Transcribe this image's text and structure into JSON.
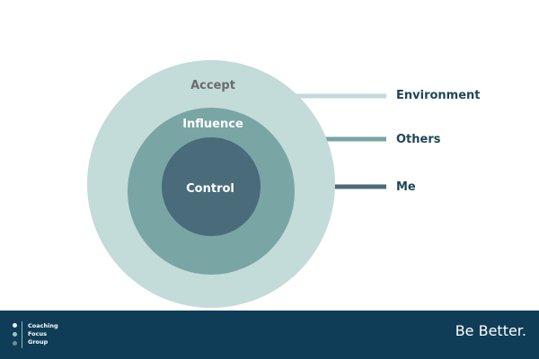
{
  "diagram": {
    "rings": [
      {
        "id": "accept",
        "label": "Accept",
        "fill": "#c3dbd9",
        "text_color": "#6b6b6b"
      },
      {
        "id": "influence",
        "label": "Influence",
        "fill": "#79a5a4",
        "text_color": "#ffffff"
      },
      {
        "id": "control",
        "label": "Control",
        "fill": "#4a6b7a",
        "text_color": "#ffffff"
      }
    ],
    "side_labels": [
      {
        "id": "environment",
        "label": "Environment",
        "line_color": "#c3dbd9"
      },
      {
        "id": "others",
        "label": "Others",
        "line_color": "#79a5a4"
      },
      {
        "id": "me",
        "label": "Me",
        "line_color": "#4a6b7a"
      }
    ]
  },
  "footer": {
    "background": "#0f3d57",
    "logo_lines": [
      "Coaching",
      "Focus",
      "Group"
    ],
    "logo_dot_colors": [
      "#e8f1f1",
      "#9cc2c4",
      "#6a8f98"
    ],
    "tagline": "Be Better."
  }
}
